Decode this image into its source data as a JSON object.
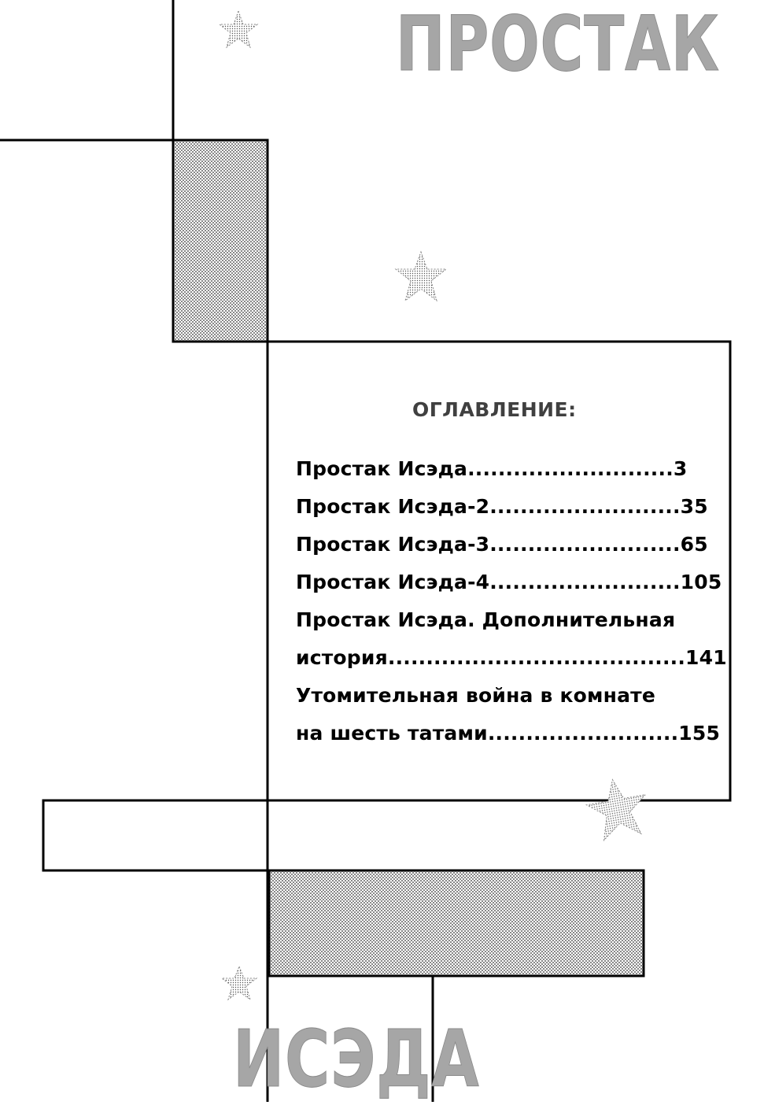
{
  "titles": {
    "top": "ПРОСТАК",
    "bottom": "ИСЭДА"
  },
  "toc": {
    "heading": "ОГЛАВЛЕНИЕ:",
    "lines": [
      "Простак Исэда...........................3",
      "Простак Исэда-2.........................35",
      "Простак Исэда-3.........................65",
      "Простак Исэда-4.........................105",
      "Простак Исэда. Дополнительная",
      "история.......................................141",
      "Утомительная война в комнате",
      "на шесть татами.........................155"
    ]
  },
  "colors": {
    "line": "#000000",
    "screentone": "#b3b3b3",
    "title_gray": "#a6a6a6"
  },
  "icons": [
    "star-icon",
    "star-icon",
    "star-icon",
    "star-icon"
  ]
}
